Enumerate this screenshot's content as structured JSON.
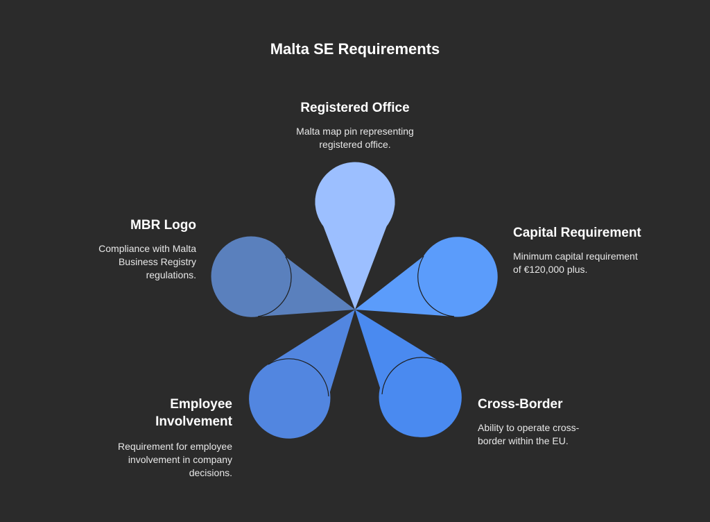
{
  "title": "Malta SE Requirements",
  "colors": {
    "background": "#2b2b2b",
    "registered_office": "#9cbfff",
    "capital_requirement": "#5b9cfb",
    "cross_border": "#4a8af0",
    "employee_involvement": "#5286e0",
    "mbr_logo": "#5a80bd"
  },
  "items": {
    "registered_office": {
      "heading": "Registered Office",
      "description": "Malta map pin representing\nregistered office."
    },
    "capital_requirement": {
      "heading": "Capital Requirement",
      "description": "Minimum capital requirement\nof €120,000 plus."
    },
    "cross_border": {
      "heading": "Cross-Border",
      "description": "Ability to operate cross-\nborder within the EU."
    },
    "employee_involvement": {
      "heading": "Employee\nInvolvement",
      "description": "Requirement for employee\ninvolvement in company\ndecisions."
    },
    "mbr_logo": {
      "heading": "MBR Logo",
      "description": "Compliance with Malta\nBusiness Registry\nregulations."
    }
  }
}
